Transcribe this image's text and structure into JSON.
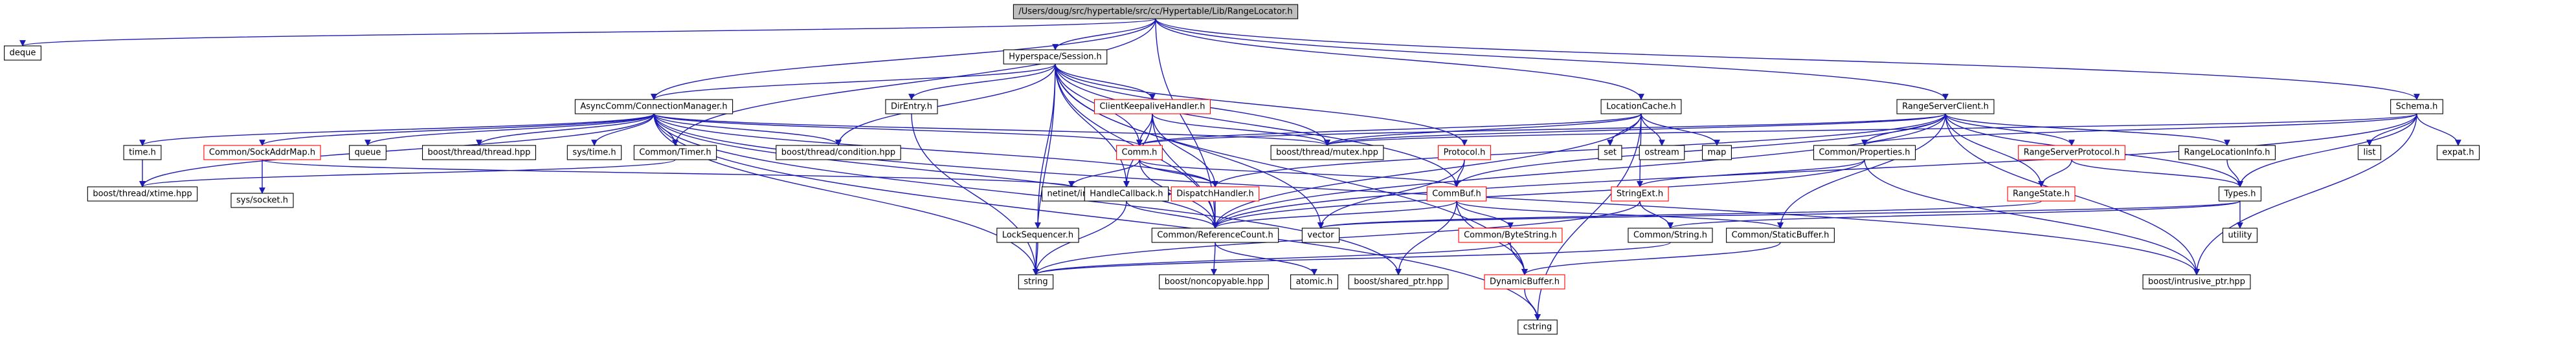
{
  "colors": {
    "edge": "#1c1cb3",
    "node_border": "#000000",
    "node_border_red": "#ff0000",
    "root_fill": "#bfbfbf",
    "bg": "#ffffff"
  },
  "nodes": [
    {
      "id": "root",
      "label": "/Users/doug/src/hypertable/src/cc/Hypertable/Lib/RangeLocator.h",
      "border": "root"
    },
    {
      "id": "deque",
      "label": "deque",
      "border": "none"
    },
    {
      "id": "session",
      "label": "Hyperspace/Session.h",
      "border": "black"
    },
    {
      "id": "locationcache",
      "label": "LocationCache.h",
      "border": "black"
    },
    {
      "id": "rangeserverclient",
      "label": "RangeServerClient.h",
      "border": "black"
    },
    {
      "id": "schema",
      "label": "Schema.h",
      "border": "black"
    },
    {
      "id": "connmgr",
      "label": "AsyncComm/ConnectionManager.h",
      "border": "black"
    },
    {
      "id": "direntry",
      "label": "DirEntry.h",
      "border": "black"
    },
    {
      "id": "keepalive",
      "label": "ClientKeepaliveHandler.h",
      "border": "red"
    },
    {
      "id": "time_h",
      "label": "time.h",
      "border": "black"
    },
    {
      "id": "sockaddrmap",
      "label": "Common/SockAddrMap.h",
      "border": "red"
    },
    {
      "id": "queue",
      "label": "queue",
      "border": "none"
    },
    {
      "id": "threadhpp",
      "label": "boost/thread/thread.hpp",
      "border": "none"
    },
    {
      "id": "systime",
      "label": "sys/time.h",
      "border": "none"
    },
    {
      "id": "timer",
      "label": "Common/Timer.h",
      "border": "black"
    },
    {
      "id": "condition",
      "label": "boost/thread/condition.hpp",
      "border": "none"
    },
    {
      "id": "comm",
      "label": "Comm.h",
      "border": "red"
    },
    {
      "id": "mutex",
      "label": "boost/thread/mutex.hpp",
      "border": "none"
    },
    {
      "id": "protocol",
      "label": "Protocol.h",
      "border": "red"
    },
    {
      "id": "set",
      "label": "set",
      "border": "none"
    },
    {
      "id": "ostream",
      "label": "ostream",
      "border": "none"
    },
    {
      "id": "map",
      "label": "map",
      "border": "none"
    },
    {
      "id": "properties",
      "label": "Common/Properties.h",
      "border": "black"
    },
    {
      "id": "rsprotocol",
      "label": "RangeServerProtocol.h",
      "border": "red"
    },
    {
      "id": "rangelocinfo",
      "label": "RangeLocationInfo.h",
      "border": "black"
    },
    {
      "id": "list",
      "label": "list",
      "border": "none"
    },
    {
      "id": "expat",
      "label": "expat.h",
      "border": "none"
    },
    {
      "id": "xtime",
      "label": "boost/thread/xtime.hpp",
      "border": "none"
    },
    {
      "id": "socket",
      "label": "sys/socket.h",
      "border": "none"
    },
    {
      "id": "netinet",
      "label": "netinet/in.h",
      "border": "none"
    },
    {
      "id": "handlecb",
      "label": "HandleCallback.h",
      "border": "black"
    },
    {
      "id": "dispatch",
      "label": "DispatchHandler.h",
      "border": "red"
    },
    {
      "id": "commbuf",
      "label": "CommBuf.h",
      "border": "red"
    },
    {
      "id": "stringext",
      "label": "StringExt.h",
      "border": "red"
    },
    {
      "id": "rangestate",
      "label": "RangeState.h",
      "border": "red"
    },
    {
      "id": "types",
      "label": "Types.h",
      "border": "black"
    },
    {
      "id": "locksequencer",
      "label": "LockSequencer.h",
      "border": "black"
    },
    {
      "id": "refcount",
      "label": "Common/ReferenceCount.h",
      "border": "black"
    },
    {
      "id": "vector",
      "label": "vector",
      "border": "none"
    },
    {
      "id": "bytestring",
      "label": "Common/ByteString.h",
      "border": "red"
    },
    {
      "id": "commonstring",
      "label": "Common/String.h",
      "border": "black"
    },
    {
      "id": "staticbuf",
      "label": "Common/StaticBuffer.h",
      "border": "black"
    },
    {
      "id": "utility",
      "label": "utility",
      "border": "none"
    },
    {
      "id": "string",
      "label": "string",
      "border": "none"
    },
    {
      "id": "noncopyable",
      "label": "boost/noncopyable.hpp",
      "border": "none"
    },
    {
      "id": "atomic",
      "label": "atomic.h",
      "border": "none"
    },
    {
      "id": "sharedptr",
      "label": "boost/shared_ptr.hpp",
      "border": "none"
    },
    {
      "id": "dynbuf",
      "label": "DynamicBuffer.h",
      "border": "red"
    },
    {
      "id": "intrusive",
      "label": "boost/intrusive_ptr.hpp",
      "border": "none"
    },
    {
      "id": "cstring",
      "label": "cstring",
      "border": "none"
    }
  ],
  "edges": [
    [
      "root",
      "deque"
    ],
    [
      "root",
      "session"
    ],
    [
      "root",
      "locationcache"
    ],
    [
      "root",
      "rangeserverclient"
    ],
    [
      "root",
      "schema"
    ],
    [
      "root",
      "connmgr"
    ],
    [
      "root",
      "refcount"
    ],
    [
      "root",
      "timer"
    ],
    [
      "session",
      "connmgr"
    ],
    [
      "session",
      "direntry"
    ],
    [
      "session",
      "keepalive"
    ],
    [
      "session",
      "condition"
    ],
    [
      "session",
      "mutex"
    ],
    [
      "session",
      "comm"
    ],
    [
      "session",
      "protocol"
    ],
    [
      "session",
      "commbuf"
    ],
    [
      "session",
      "handlecb"
    ],
    [
      "session",
      "locksequencer"
    ],
    [
      "session",
      "refcount"
    ],
    [
      "session",
      "vector"
    ],
    [
      "session",
      "dynbuf"
    ],
    [
      "session",
      "string"
    ],
    [
      "connmgr",
      "time_h"
    ],
    [
      "connmgr",
      "sockaddrmap"
    ],
    [
      "connmgr",
      "queue"
    ],
    [
      "connmgr",
      "threadhpp"
    ],
    [
      "connmgr",
      "systime"
    ],
    [
      "connmgr",
      "timer"
    ],
    [
      "connmgr",
      "condition"
    ],
    [
      "connmgr",
      "comm"
    ],
    [
      "connmgr",
      "mutex"
    ],
    [
      "connmgr",
      "xtime"
    ],
    [
      "connmgr",
      "dispatch"
    ],
    [
      "connmgr",
      "refcount"
    ],
    [
      "connmgr",
      "string"
    ],
    [
      "connmgr",
      "cstring"
    ],
    [
      "connmgr",
      "intrusive"
    ],
    [
      "connmgr",
      "sharedptr"
    ],
    [
      "direntry",
      "string"
    ],
    [
      "keepalive",
      "comm"
    ],
    [
      "keepalive",
      "mutex"
    ],
    [
      "keepalive",
      "dispatch"
    ],
    [
      "keepalive",
      "handlecb"
    ],
    [
      "keepalive",
      "refcount"
    ],
    [
      "time_h",
      "xtime"
    ],
    [
      "sockaddrmap",
      "socket"
    ],
    [
      "sockaddrmap",
      "netinet"
    ],
    [
      "timer",
      "xtime"
    ],
    [
      "comm",
      "commbuf"
    ],
    [
      "comm",
      "dispatch"
    ],
    [
      "comm",
      "refcount"
    ],
    [
      "comm",
      "netinet"
    ],
    [
      "protocol",
      "commbuf"
    ],
    [
      "protocol",
      "vector"
    ],
    [
      "locationcache",
      "mutex"
    ],
    [
      "locationcache",
      "set"
    ],
    [
      "locationcache",
      "ostream"
    ],
    [
      "locationcache",
      "map"
    ],
    [
      "locationcache",
      "stringext"
    ],
    [
      "locationcache",
      "refcount"
    ],
    [
      "locationcache",
      "comm"
    ],
    [
      "locationcache",
      "cstring"
    ],
    [
      "rangeserverclient",
      "comm"
    ],
    [
      "rangeserverclient",
      "properties"
    ],
    [
      "rangeserverclient",
      "rsprotocol"
    ],
    [
      "rangeserverclient",
      "rangelocinfo"
    ],
    [
      "rangeserverclient",
      "rangestate"
    ],
    [
      "rangeserverclient",
      "types"
    ],
    [
      "rangeserverclient",
      "refcount"
    ],
    [
      "rangeserverclient",
      "commbuf"
    ],
    [
      "rangeserverclient",
      "dispatch"
    ],
    [
      "rangeserverclient",
      "intrusive"
    ],
    [
      "rangeserverclient",
      "staticbuf"
    ],
    [
      "rangeserverclient",
      "mutex"
    ],
    [
      "schema",
      "list"
    ],
    [
      "schema",
      "expat"
    ],
    [
      "schema",
      "properties"
    ],
    [
      "schema",
      "types"
    ],
    [
      "schema",
      "refcount"
    ],
    [
      "schema",
      "intrusive"
    ],
    [
      "schema",
      "mutex"
    ],
    [
      "properties",
      "stringext"
    ],
    [
      "properties",
      "refcount"
    ],
    [
      "properties",
      "intrusive"
    ],
    [
      "rsprotocol",
      "rangestate"
    ],
    [
      "rsprotocol",
      "types"
    ],
    [
      "rangelocinfo",
      "types"
    ],
    [
      "types",
      "utility"
    ],
    [
      "types",
      "vector"
    ],
    [
      "types",
      "commonstring"
    ],
    [
      "handlecb",
      "dispatch"
    ],
    [
      "handlecb",
      "refcount"
    ],
    [
      "handlecb",
      "string"
    ],
    [
      "dispatch",
      "refcount"
    ],
    [
      "commbuf",
      "bytestring"
    ],
    [
      "commbuf",
      "staticbuf"
    ],
    [
      "commbuf",
      "dynbuf"
    ],
    [
      "commbuf",
      "refcount"
    ],
    [
      "commbuf",
      "sharedptr"
    ],
    [
      "stringext",
      "commonstring"
    ],
    [
      "stringext",
      "string"
    ],
    [
      "rangestate",
      "vector"
    ],
    [
      "locksequencer",
      "string"
    ],
    [
      "refcount",
      "noncopyable"
    ],
    [
      "refcount",
      "atomic"
    ],
    [
      "bytestring",
      "dynbuf"
    ],
    [
      "bytestring",
      "string"
    ],
    [
      "commonstring",
      "string"
    ],
    [
      "staticbuf",
      "dynbuf"
    ],
    [
      "dynbuf",
      "cstring"
    ]
  ]
}
